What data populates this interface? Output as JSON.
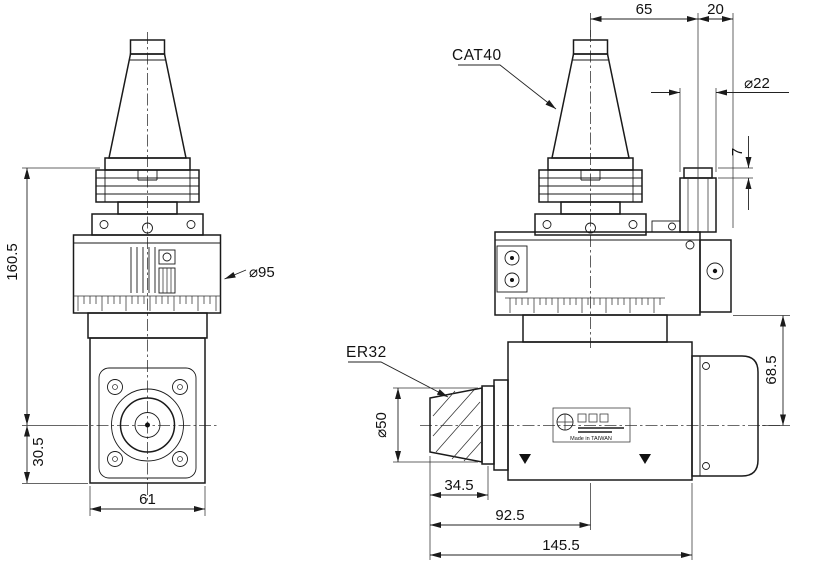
{
  "front_view": {
    "dim_total_height": "160.5",
    "dim_spindle_offset": "30.5",
    "dim_body_width": "61",
    "dim_ring_diameter": "⌀95"
  },
  "side_view": {
    "taper_label": "CAT40",
    "collet_label": "ER32",
    "dim_axis_to_knob": "65",
    "dim_knob_to_edge": "20",
    "dim_knob_diameter": "⌀22",
    "dim_knob_step_height": "7",
    "dim_ring_to_spindle_axis": "68.5",
    "dim_collet_nut_diameter": "⌀50",
    "dim_collet_nut_length": "34.5",
    "dim_nose_to_axis": "92.5",
    "dim_nose_to_rear": "145.5",
    "nameplate_text": "Made in TAIWAN"
  }
}
